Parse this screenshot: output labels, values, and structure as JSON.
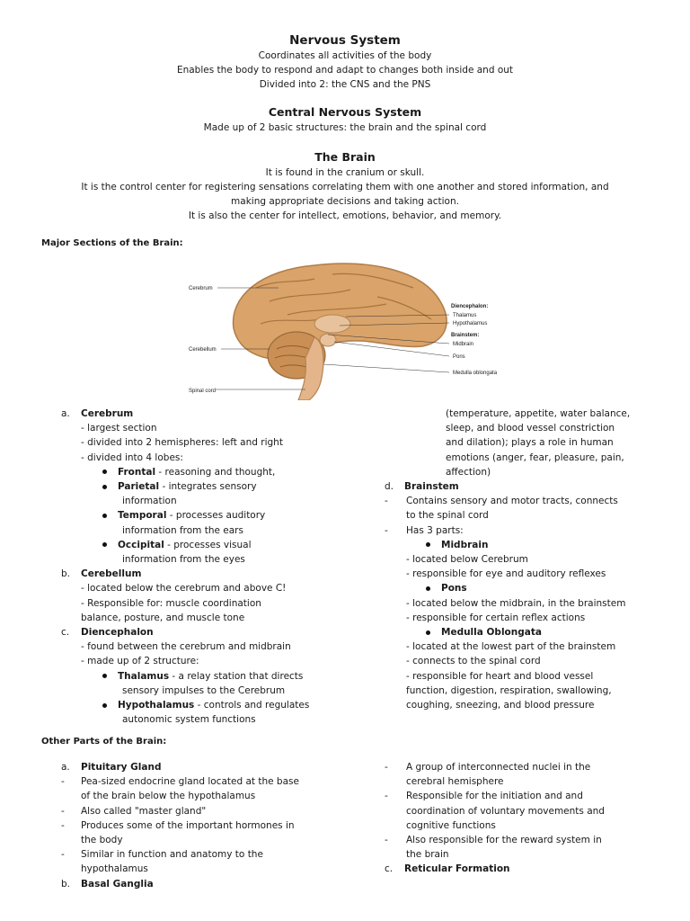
{
  "header": {
    "title": "Nervous System",
    "lines": [
      "Coordinates all activities of the body",
      "Enables the body to respond and adapt to changes both inside and out",
      "Divided into 2: the CNS and the PNS"
    ]
  },
  "cns": {
    "title": "Central Nervous System",
    "line": "Made up of 2 basic structures: the brain and the spinal cord"
  },
  "brain": {
    "title": "The Brain",
    "lines": [
      "It is found in the cranium or skull.",
      "It is the control center for registering sensations correlating them with one another and stored information, and",
      "making appropriate decisions and taking action.",
      "It is also the center for intellect, emotions, behavior, and memory."
    ]
  },
  "major_sections_heading": "Major Sections of the Brain:",
  "figure": {
    "labels": {
      "cerebrum": "Cerebrum",
      "cerebellum": "Cerebellum",
      "spinal_cord": "Spinal cord",
      "diencephalon": "Diencephalon:",
      "thalamus": "Thalamus",
      "hypothalamus": "Hypothalamus",
      "brainstem": "Brainstem:",
      "midbrain": "Midbrain",
      "pons": "Pons",
      "medulla": "Medulla oblongata"
    }
  },
  "left_col": {
    "a_letter": "a.",
    "a_title": "Cerebrum",
    "a_lines": [
      "- largest section",
      "- divided into 2 hemispheres: left and right",
      "- divided into 4 lobes:"
    ],
    "lobes": [
      {
        "name": "Frontal",
        "rest": " - reasoning and thought,",
        "cont": ""
      },
      {
        "name": "Parietal",
        "rest": " - integrates sensory",
        "cont": "information"
      },
      {
        "name": "Temporal",
        "rest": " - processes auditory",
        "cont": "information from the ears"
      },
      {
        "name": "Occipital",
        "rest": " - processes visual",
        "cont": "information from the eyes"
      }
    ],
    "b_letter": "b.",
    "b_title": "Cerebellum",
    "b_lines": [
      "- located below the cerebrum and above C!",
      "- Responsible for: muscle coordination",
      "balance, posture, and muscle tone"
    ],
    "c_letter": "c.",
    "c_title": "Diencephalon",
    "c_lines": [
      "- found between the cerebrum and midbrain",
      "- made up of 2 structure:"
    ],
    "c_items": [
      {
        "name": "Thalamus",
        "rest": " - a relay station that directs",
        "cont": "sensory impulses to the Cerebrum"
      },
      {
        "name": "Hypothalamus",
        "rest": " - controls and regulates",
        "cont": "autonomic system functions"
      }
    ]
  },
  "right_col": {
    "cont_lines": [
      "(temperature, appetite, water balance,",
      "sleep, and blood vessel constriction",
      "and dilation); plays a role in human",
      "emotions (anger, fear, pleasure, pain,",
      "affection)"
    ],
    "d_letter": "d.",
    "d_title": "Brainstem",
    "d_dashes": [
      {
        "dash": "-",
        "text": "Contains sensory and motor tracts, connects",
        "cont": "to the spinal cord"
      },
      {
        "dash": "-",
        "text": "Has 3 parts:",
        "cont": ""
      }
    ],
    "parts": [
      {
        "name": "Midbrain",
        "lines": [
          "- located below Cerebrum",
          "- responsible for eye and auditory reflexes"
        ]
      },
      {
        "name": "Pons",
        "lines": [
          "- located below the midbrain, in the brainstem",
          "- responsible for certain reflex actions"
        ]
      },
      {
        "name": "Medulla Oblongata",
        "lines": [
          "- located at the lowest part of the brainstem",
          "- connects to the spinal cord",
          "- responsible for heart and blood vessel",
          "function, digestion, respiration, swallowing,",
          "coughing, sneezing, and blood pressure"
        ]
      }
    ]
  },
  "other_heading": "Other Parts of the Brain:",
  "other_left": {
    "a_letter": "a.",
    "a_title": "Pituitary Gland",
    "items": [
      {
        "dash": "-",
        "lines": [
          "Pea-sized endocrine gland located at the base",
          "of the brain below the hypothalamus"
        ]
      },
      {
        "dash": "-",
        "lines": [
          "Also called \"master gland\""
        ]
      },
      {
        "dash": "-",
        "lines": [
          "Produces some of the important hormones in",
          "the body"
        ]
      },
      {
        "dash": "-",
        "lines": [
          "Similar in function and anatomy to the",
          "hypothalamus"
        ]
      }
    ],
    "b_letter": "b.",
    "b_title": "Basal Ganglia"
  },
  "other_right": {
    "items": [
      {
        "dash": "-",
        "lines": [
          "A group of interconnected nuclei in the",
          "cerebral hemisphere"
        ]
      },
      {
        "dash": "-",
        "lines": [
          "Responsible for the initiation and and",
          "coordination of voluntary movements and",
          "cognitive functions"
        ]
      },
      {
        "dash": "-",
        "lines": [
          "Also responsible for the reward system in",
          "the brain"
        ]
      }
    ],
    "c_letter": "c.",
    "c_title": "Reticular Formation"
  }
}
